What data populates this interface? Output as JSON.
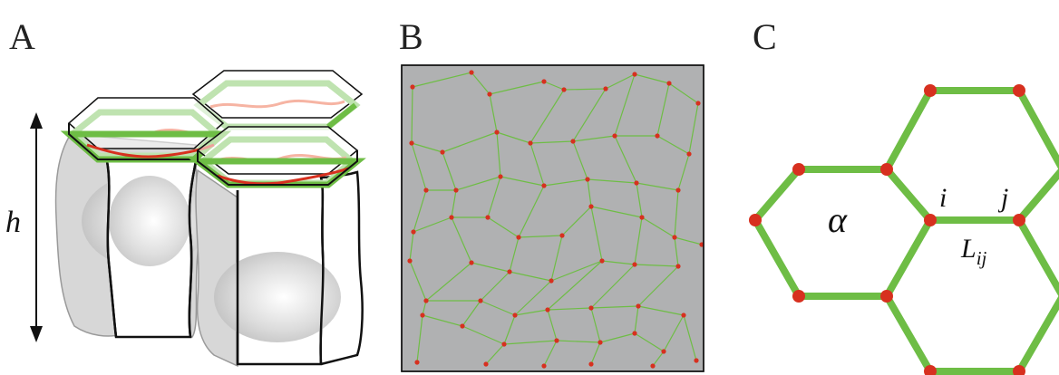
{
  "panels": {
    "a": {
      "label": "A",
      "height_symbol": "h"
    },
    "b": {
      "label": "B"
    },
    "c": {
      "label": "C",
      "cell_symbol": "α",
      "vertex_i": "i",
      "vertex_j": "j",
      "edge_symbol_main": "L",
      "edge_symbol_sub": "ij"
    }
  },
  "colors": {
    "junction_green": "#6ebd45",
    "junction_green_light": "#bfe3b0",
    "vertex_red": "#d7301f",
    "tissue_gray": "#b0b1b2",
    "cell_outline": "#111111",
    "cell_shadow_gray": "#d7d7d7",
    "apical_red_light": "#f6b4a3"
  }
}
